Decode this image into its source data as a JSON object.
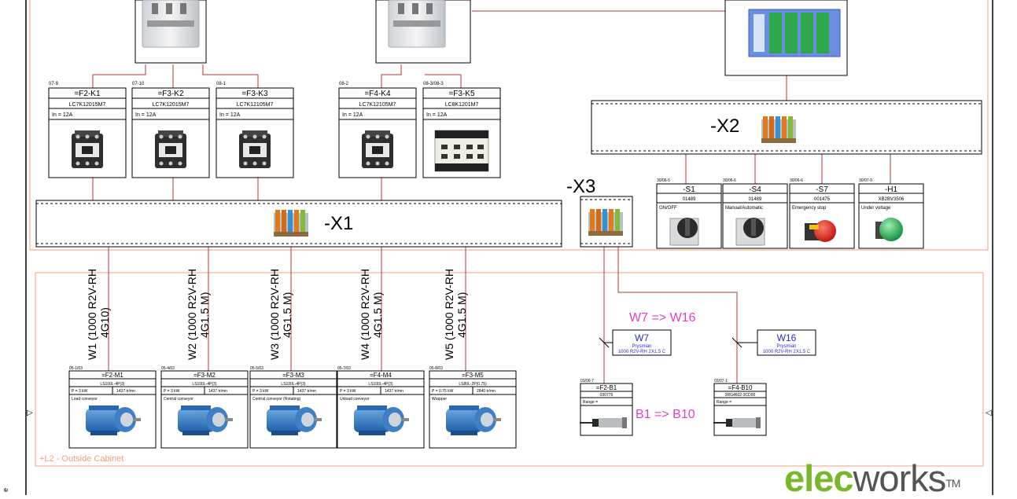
{
  "zone": {
    "label": "+L2 - Outside Cabinet"
  },
  "terminal_strips": [
    {
      "id": "x1",
      "label": "-X1"
    },
    {
      "id": "x2",
      "label": "-X2"
    },
    {
      "id": "x3",
      "label": "-X3"
    }
  ],
  "contactors": [
    {
      "ref": "07-9",
      "tag": "=F2-K1",
      "part": "LC7K12015M7",
      "rating": "In  =  12A",
      "image": "contactor-icon"
    },
    {
      "ref": "07-10",
      "tag": "=F3-K2",
      "part": "LC7K12015M7",
      "rating": "In  =  12A",
      "image": "contactor-icon"
    },
    {
      "ref": "08-1",
      "tag": "=F3-K3",
      "part": "LC7K12105M7",
      "rating": "In  =  12A",
      "image": "contactor-icon"
    },
    {
      "ref": "08-2",
      "tag": "=F4-K4",
      "part": "LC7K12105M7",
      "rating": "In  =  12A",
      "image": "contactor-icon"
    },
    {
      "ref": "08-3/08-3",
      "tag": "=F3-K5",
      "part": "LC8K1201M7",
      "rating": "In  =  12A",
      "image": "reversing-contactor-icon"
    }
  ],
  "control_devices": [
    {
      "ref": "30/06-5",
      "tag": "-S1",
      "part": "01489",
      "desc": "ON/OFF",
      "image": "selector-switch-icon"
    },
    {
      "ref": "30/06-6",
      "tag": "-S4",
      "part": "01489",
      "desc": "Manual/Automatic",
      "image": "selector-switch-icon"
    },
    {
      "ref": "30/06-6",
      "tag": "-S7",
      "part": "001475",
      "desc": "Emergency stop",
      "image": "emergency-stop-icon"
    },
    {
      "ref": "30/07-9",
      "tag": "-H1",
      "part": "XB2BV3506",
      "desc": "Under voltage",
      "image": "pilot-light-icon"
    }
  ],
  "cables": [
    {
      "line1": "W1 (1000 R2V-RH",
      "line2": "4G10)"
    },
    {
      "line1": "W2 (1000 R2V-RH",
      "line2": "4G1.5 M)"
    },
    {
      "line1": "W3 (1000 R2V-RH",
      "line2": "4G1.5 M)"
    },
    {
      "line1": "W4 (1000 R2V-RH",
      "line2": "4G1.5 M)"
    },
    {
      "line1": "W5 (1000 R2V-RH",
      "line2": "4G1.5 M)"
    }
  ],
  "motors": [
    {
      "ref": "05-1/03",
      "tag": "=F2-M1",
      "part": "LS100L-4P(3)",
      "power": "P =    3  kW",
      "speed": "1437 tr/mn",
      "desc": "Load conveyor",
      "image": "motor-icon"
    },
    {
      "ref": "05-4/03",
      "tag": "=F3-M2",
      "part": "LS100L-4P(3)",
      "power": "P =    3  kW",
      "speed": "1437 tr/mn",
      "desc": "Central conveyor",
      "image": "motor-icon"
    },
    {
      "ref": "05-5/03",
      "tag": "=F3-M3",
      "part": "LS100L-4P(3)",
      "power": "P =    3  kW",
      "speed": "1437 tr/mn",
      "desc": "Central conveyor (Rotating)",
      "image": "motor-icon"
    },
    {
      "ref": "05-7/03",
      "tag": "=F4-M4",
      "part": "LS100L-4P(3)",
      "power": "P =    3  kW",
      "speed": "1437 tr/mn",
      "desc": "Unload conveyor",
      "image": "motor-icon"
    },
    {
      "ref": "05-8/03",
      "tag": "=F3-M5",
      "part": "LS80L-2P(0.75)",
      "power": "P =  0.75  kW",
      "speed": "2840 tr/mn",
      "desc": "Wrapper",
      "image": "motor-icon"
    }
  ],
  "sensor_cables": [
    {
      "id": "W7",
      "maker": "Prysmian",
      "spec": "1000 R2V-RH 2X1.5 C"
    },
    {
      "id": "W16",
      "maker": "Prysmian",
      "spec": "1000 R2V-RH 2X1.5 C"
    }
  ],
  "sensors": [
    {
      "ref": "03/06-7",
      "tag": "=F2-B1",
      "part": "030775",
      "range": "Range =",
      "image": "proximity-sensor-icon"
    },
    {
      "ref": "03/07-1",
      "tag": "=F4-B10",
      "part": "3RG4602-3CD00",
      "range": "Range =",
      "image": "proximity-sensor-icon"
    }
  ],
  "annotations": {
    "cable_rename": "W7 => W16",
    "sensor_rename": "B1 => B10"
  },
  "logo": {
    "part1": "elec",
    "part2": "works",
    "tm": "TM"
  },
  "colors": {
    "wire": "#b33a3a",
    "zone": "#f2a07b",
    "annotation": "#e040c8",
    "cable_text": "#2a2ad0",
    "logo_green": "#77b829"
  }
}
